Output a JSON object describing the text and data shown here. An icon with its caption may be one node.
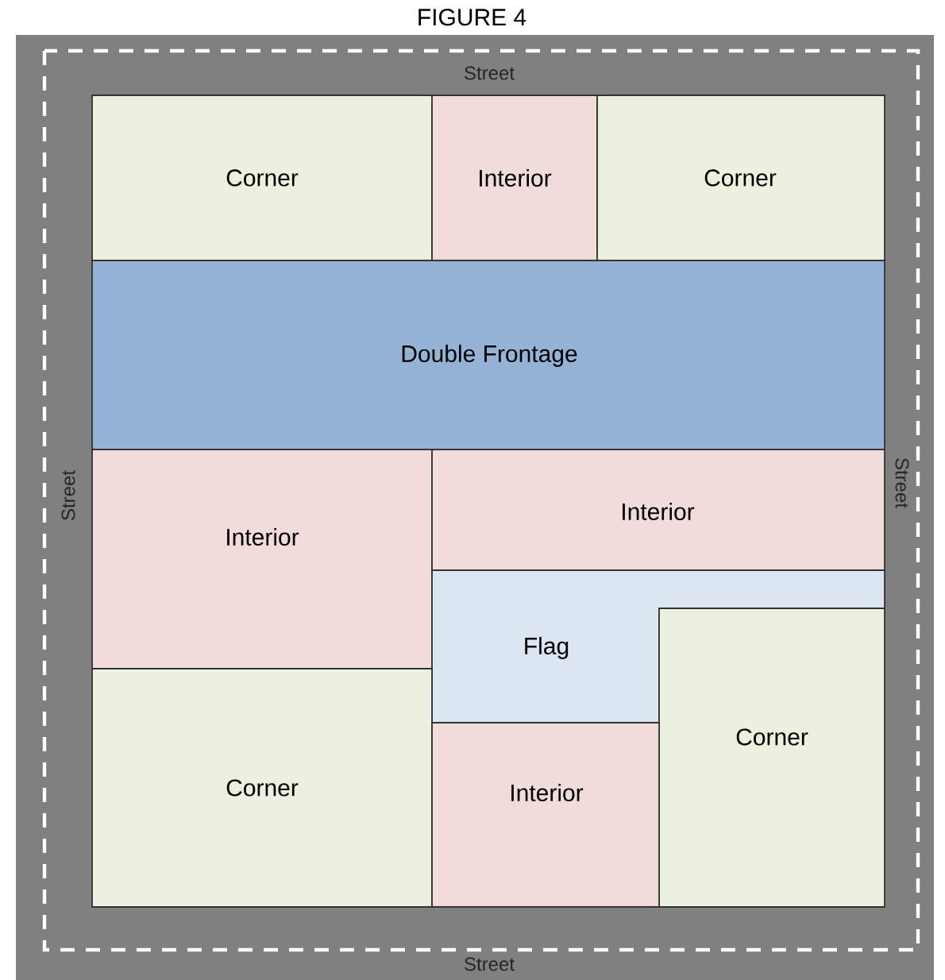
{
  "diagram": {
    "title": "FIGURE 4",
    "nodes": [
      {
        "text": [
          "Corner"
        ]
      },
      {
        "text": [
          "Interior"
        ]
      },
      {
        "text": [
          "Corner"
        ]
      },
      {
        "text": [
          "Double Frontage"
        ]
      },
      {
        "text": [
          "Interior"
        ]
      },
      {
        "text": [
          "Interior"
        ]
      },
      {
        "text": [
          "Flag"
        ]
      },
      {
        "text": [
          "Corner"
        ]
      },
      {
        "text": [
          "Corner"
        ]
      },
      {
        "text": [
          "Interior"
        ]
      }
    ],
    "edges": [],
    "labels": [
      "Street",
      "Street",
      "Street",
      "Street"
    ]
  }
}
